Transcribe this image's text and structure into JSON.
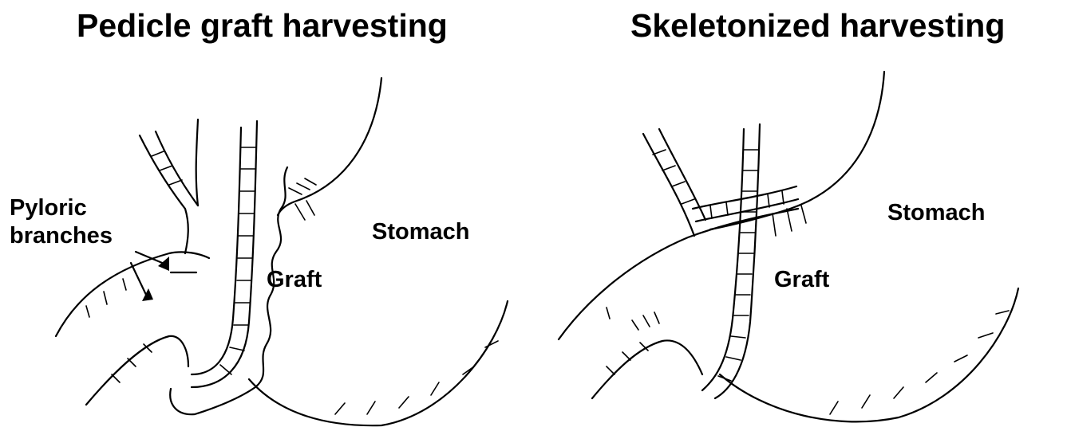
{
  "panels": [
    {
      "title": "Pedicle graft harvesting",
      "labels": {
        "pyloric": "Pyloric\nbranches",
        "stomach": "Stomach",
        "graft": "Graft"
      }
    },
    {
      "title": "Skeletonized harvesting",
      "labels": {
        "stomach": "Stomach",
        "graft": "Graft"
      }
    }
  ]
}
